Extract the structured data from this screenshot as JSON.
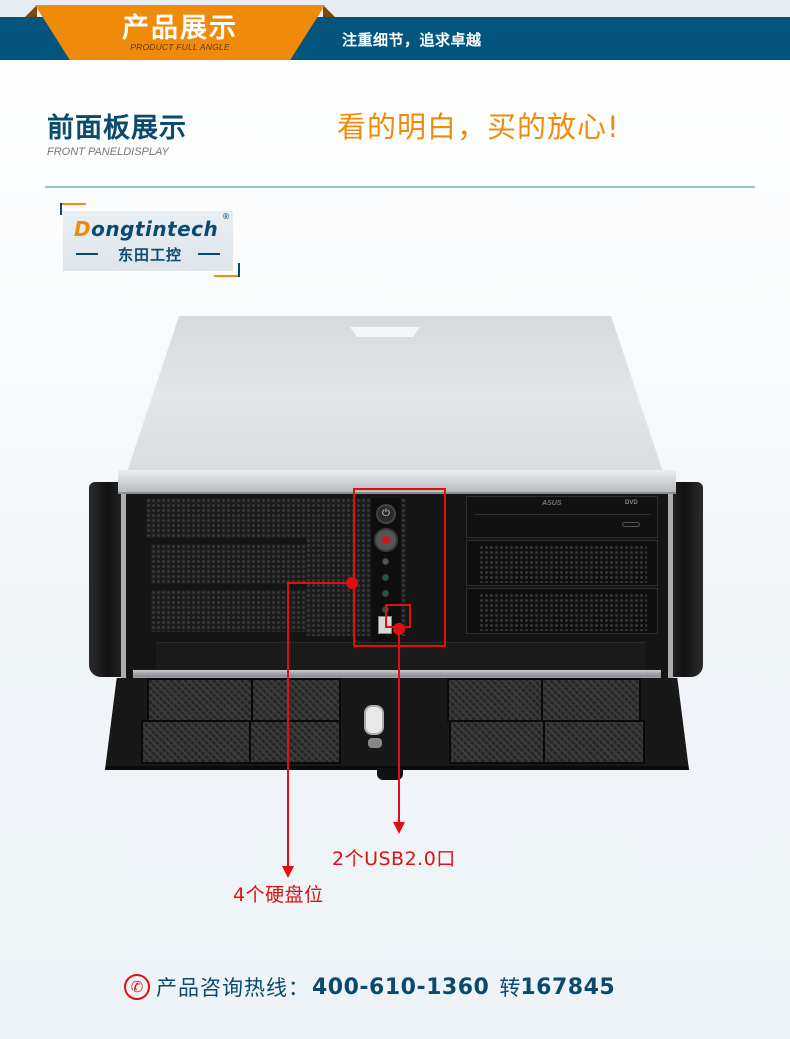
{
  "banner": {
    "title": "产品展示",
    "subtitle": "PRODUCT FULL ANGLE",
    "slogan": "注重细节，追求卓越",
    "colors": {
      "bar": "#04557e",
      "tab": "#f08a0a"
    }
  },
  "section": {
    "title": "前面板展示",
    "subtitle": "FRONT PANELDISPLAY",
    "tagline": "看的明白，买的放心!",
    "colors": {
      "title": "#0a4a6e",
      "tagline": "#f08a0a"
    }
  },
  "logo": {
    "brand_first": "D",
    "brand_rest": "ongtintech",
    "registered": "®",
    "chinese": "东田工控"
  },
  "product": {
    "optical_drive_brand": "ASUS",
    "optical_drive_type": "DVD",
    "power_icon": "power-icon"
  },
  "callouts": [
    {
      "label": "2个USB2.0口",
      "color": "#e01010"
    },
    {
      "label": "4个硬盘位",
      "color": "#e01010"
    }
  ],
  "hotline": {
    "icon": "phone-icon",
    "label": "产品咨询热线：",
    "number": "400-610-1360",
    "ext_label": "转",
    "ext": "167845"
  }
}
